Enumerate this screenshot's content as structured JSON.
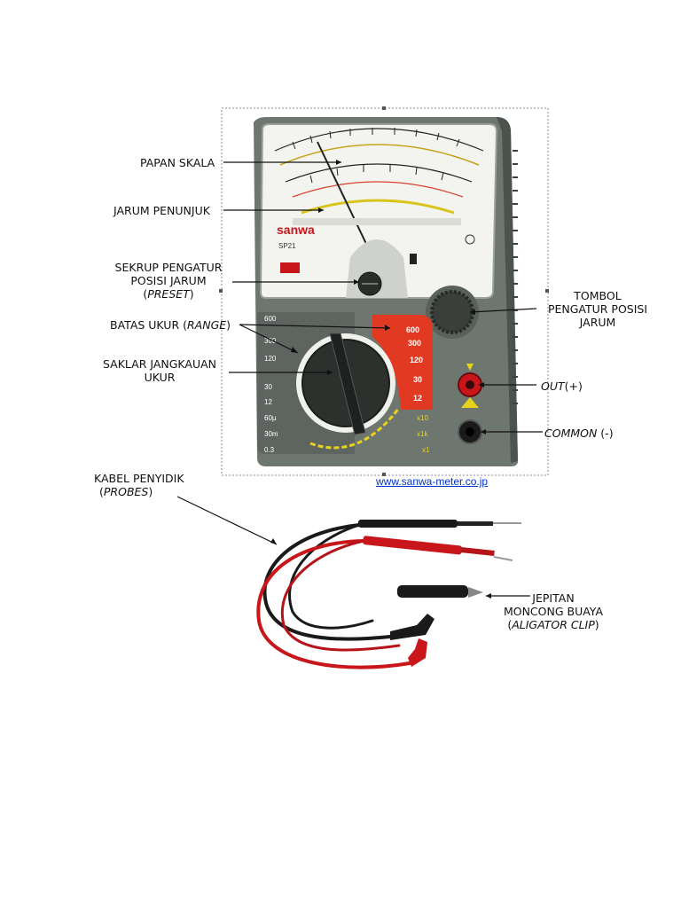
{
  "labels": {
    "papan_skala": "PAPAN SKALA",
    "jarum_penunjuk": "JARUM PENUNJUK",
    "sekrup_line1": "SEKRUP PENGATUR",
    "sekrup_line2": "POSISI JARUM",
    "sekrup_line3_open": "(",
    "sekrup_line3_italic": "PRESET",
    "sekrup_line3_close": ")",
    "batas_prefix": "BATAS UKUR (",
    "batas_italic": "RANGE",
    "batas_suffix": ")",
    "saklar_line1": "SAKLAR JANGKAUAN",
    "saklar_line2": "UKUR",
    "tombol_line1": "TOMBOL",
    "tombol_line2": "PENGATUR POSISI",
    "tombol_line3": "JARUM",
    "out_italic": "OUT",
    "out_suffix": "(+)",
    "common_italic": "COMMON",
    "common_suffix": " (-)",
    "kabel_line1": "KABEL PENYIDIK",
    "kabel_line2_open": "(",
    "kabel_line2_italic": "PROBES",
    "kabel_line2_close": ")",
    "jepitan_line1": "JEPITAN",
    "jepitan_line2": "MONCONG BUAYA",
    "jepitan_line3_open": "(",
    "jepitan_line3_italic": "ALIGATOR CLIP",
    "jepitan_line3_close": ")"
  },
  "website": "www.sanwa-meter.co.jp",
  "meter": {
    "brand": "sanwa",
    "model": "SP21",
    "dial_right": [
      "600",
      "300",
      "120",
      "30",
      "12"
    ],
    "dial_left": [
      "600",
      "300",
      "120",
      "30",
      "12"
    ],
    "dial_bottom": [
      "60µ",
      "30m",
      "0.3"
    ],
    "dial_ohm": [
      "x10",
      "x1k",
      "x1"
    ]
  },
  "colors": {
    "body": "#6e7670",
    "body_dark": "#4c534e",
    "scale_face": "#f3f4ef",
    "dial_red": "#e23a22",
    "probe_red": "#c8161b",
    "probe_black": "#1a1a1a"
  }
}
